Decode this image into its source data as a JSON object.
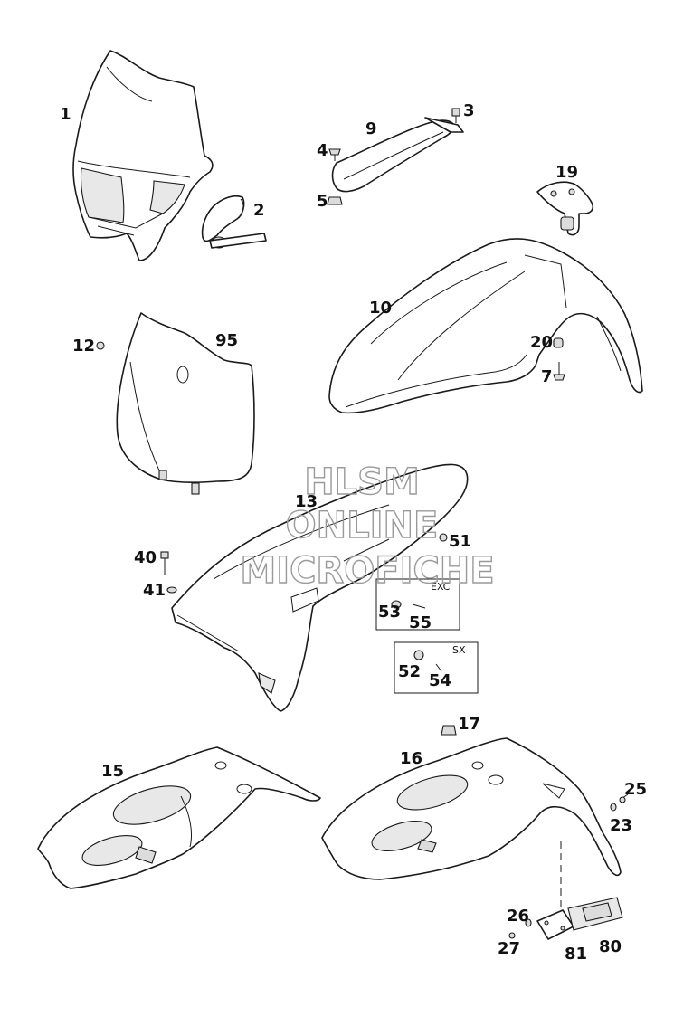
{
  "watermark": {
    "line1": "HLSM",
    "line2": "ONLINE",
    "line3": "MICROFICHE"
  },
  "callouts": [
    {
      "id": "1",
      "label": "1"
    },
    {
      "id": "2",
      "label": "2"
    },
    {
      "id": "3",
      "label": "3"
    },
    {
      "id": "4",
      "label": "4"
    },
    {
      "id": "5",
      "label": "5"
    },
    {
      "id": "9",
      "label": "9"
    },
    {
      "id": "19",
      "label": "19"
    },
    {
      "id": "10",
      "label": "10"
    },
    {
      "id": "20",
      "label": "20"
    },
    {
      "id": "7",
      "label": "7"
    },
    {
      "id": "12",
      "label": "12"
    },
    {
      "id": "95",
      "label": "95"
    },
    {
      "id": "13",
      "label": "13"
    },
    {
      "id": "51",
      "label": "51"
    },
    {
      "id": "40",
      "label": "40"
    },
    {
      "id": "41",
      "label": "41"
    },
    {
      "id": "53",
      "label": "53"
    },
    {
      "id": "55",
      "label": "55"
    },
    {
      "id": "52",
      "label": "52"
    },
    {
      "id": "54",
      "label": "54"
    },
    {
      "id": "17",
      "label": "17"
    },
    {
      "id": "15",
      "label": "15"
    },
    {
      "id": "16",
      "label": "16"
    },
    {
      "id": "25",
      "label": "25"
    },
    {
      "id": "23",
      "label": "23"
    },
    {
      "id": "26",
      "label": "26"
    },
    {
      "id": "27",
      "label": "27"
    },
    {
      "id": "81",
      "label": "81"
    },
    {
      "id": "80",
      "label": "80"
    }
  ],
  "variant_boxes": {
    "exc": {
      "label": "EXC"
    },
    "sx": {
      "label": "SX"
    }
  }
}
